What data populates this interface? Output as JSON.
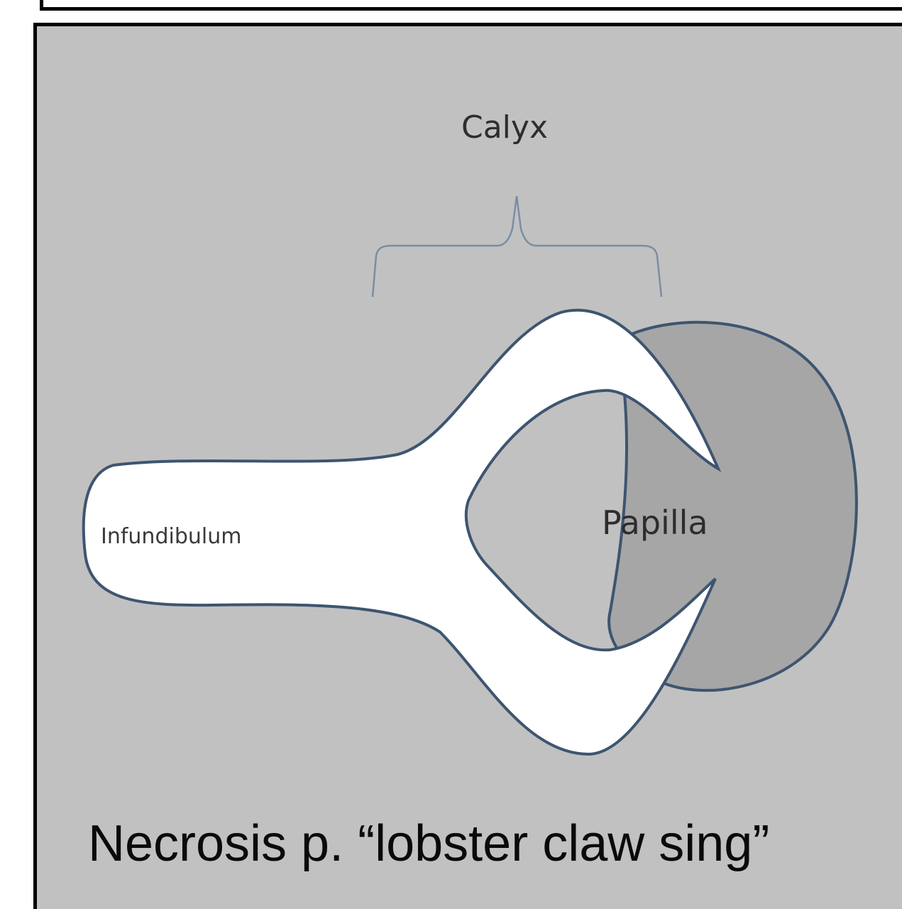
{
  "diagram": {
    "labels": {
      "calyx": "Calyx",
      "papilla": "Papilla",
      "infundibulum": "Infundibulum"
    },
    "caption": "Necrosis p. “lobster claw sing”",
    "colors": {
      "panel_background": "#c1c1c1",
      "frame": "#000000",
      "outline": "#3d5570",
      "calyx_fill": "#ffffff",
      "papilla_fill": "#a6a6a6",
      "bracket": "#7a8ea4"
    }
  }
}
